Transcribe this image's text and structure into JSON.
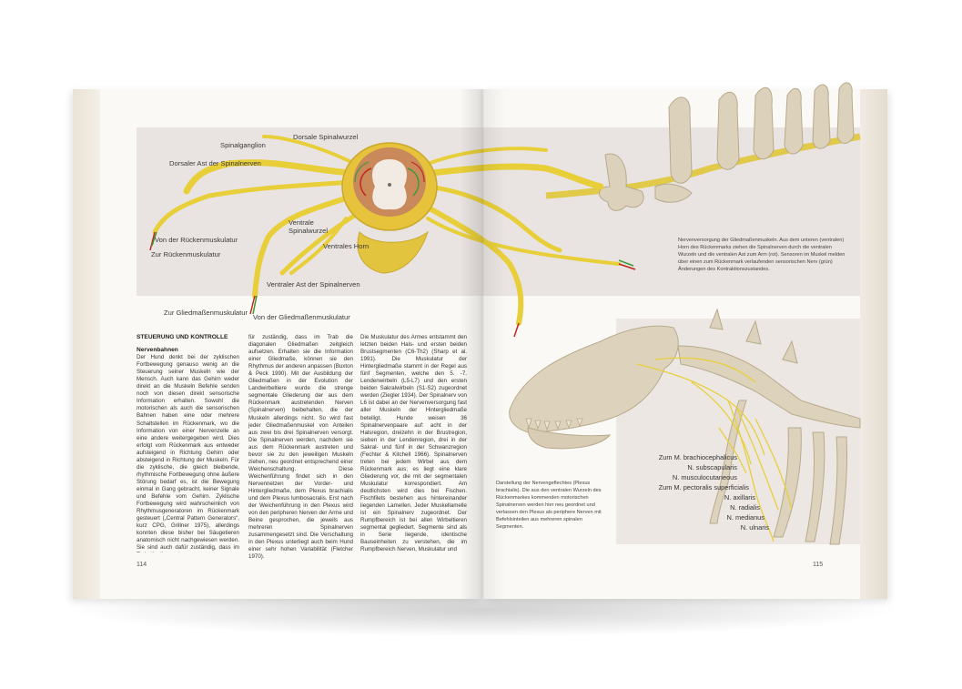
{
  "pages": {
    "left_number": "114",
    "right_number": "115"
  },
  "diagram_labels": {
    "spinalganglion": "Spinalganglion",
    "dorsale_spinalwurzel": "Dorsale Spinalwurzel",
    "dorsaler_ast": "Dorsaler Ast der Spinalnerven",
    "ventrale_spinalwurzel": "Ventrale Spinalwurzel",
    "ventrales_horn": "Ventrales Horn",
    "von_rueckenmuskulatur": "Von der Rückenmuskulatur",
    "zur_rueckenmuskulatur": "Zur Rückenmuskulatur",
    "ventraler_ast": "Ventraler Ast der Spinalnerven",
    "zur_gliedmassenmuskulatur": "Zur Gliedmaßenmuskulatur",
    "von_gliedmassenmuskulatur": "Von der Gliedmaßenmuskulatur"
  },
  "top_caption": "Nervenversorgung der Gliedmaßenmuskeln. Aus dem unteren (ventralen) Horn des Rückenmarks ziehen die Spinalnerven durch die ventralen Wurzeln und die ventralen Ast zum Arm (rot). Sensoren im Muskel melden über einen zum Rückenmark verlaufenden sensorischen Nerv (grün) Änderungen des Kontraktionszustandes.",
  "dog_caption": "Darstellung der Nervengeflechtes (Plexus brachialis). Die aus den ventralen Wurzeln des Rückenmarkes kommenden motorischen Spinalnerven werden hier neu geordnet und verlassen den Plexus als periphere Nerven mit Befehlsinteilen aus mehreren spinalen Segmenten.",
  "dog_labels": [
    "Zum M. brachiocephalicus",
    "N. subscapularis",
    "N. musculocutaneous",
    "Zum M. pectoralis superficialis",
    "N. axillaris",
    "N. radialis",
    "N. medianus",
    "N. ulnaris"
  ],
  "text": {
    "section_heading": "STEUERUNG UND KONTROLLE",
    "sub_heading": "Nervenbahnen",
    "col1": "Der Hund denkt bei der zyklischen Fortbewegung genauso wenig an die Steuerung seiner Muskeln wie der Mensch. Auch kann das Gehirn weder direkt an die Muskeln Befehle senden noch von diesen direkt sensorische Information erhalten. Sowohl die motorischen als auch die sensorischen Bahnen haben eine oder mehrere Schaltstellen im Rückenmark, wo die Information von einer Nervenzelle an eine andere weitergegeben wird. Dies erfolgt vom Rückenmark aus entweder aufsteigend in Richtung Gehirn oder absteigend in Richtung der Muskeln. Für die zyklische, die gleich bleibende, rhythmische Fortbewegung ohne äußere Störung bedarf es, ist die Bewegung einmal in Gang gebracht, keiner Signale und Befehle vom Gehirn. Zyklische Fortbewegung wird wahrscheinlich von Rhythmusgeneratoren im Rückenmark gesteuert („Central Pattern Generators“, kurz CPG, Grillner 1975), allerdings konnten diese bisher bei Säugetieren anatomisch nicht nachgewiesen werden. Sie sind auch dafür zuständig, dass im Trab die diagonalen",
    "col2": "für zuständig, dass im Trab die diagonalen Gliedmaßen zeitgleich aufsetzen. Erhalten sie die Information einer Gliedmaße, können sie den Rhythmus der anderen anpassen (Buxton & Peck 1990). Mit der Ausbildung der Gliedmaßen in der Evolution der Landwirbeltiere wurde die strenge segmentale Gliederung der aus dem Rückenmark austretenden Nerven (Spinalnerven) beibehalten, die der Muskeln allerdings nicht. So wird fast jeder Gliedmaßenmuskel von Anteilen aus zwei bis drei Spinalnerven versorgt. Die Spinalnerven werden, nachdem sie aus dem Rückenmark austreten und bevor sie zu den jeweiligen Muskeln ziehen, neu geordnet entsprechend einer Weichenschaltung. Diese Weichenführung findet sich in den Nervennetzen der Vorder- und Hintergliedmaße, dem Plexus brachialis und dem Plexus lumbosacralis. Erst nach der Weichenführung in den Plexus wird von den peripheren Nerven der Arme und Beine gesprochen, die jeweils aus mehreren Spinalnerven zusammengesetzt sind. Die Verschaltung in den Plexus unterliegt auch beim Hund einer sehr hohen Variabilität (Fletcher 1970).",
    "col3": "Die Muskulatur des Armes entstammt den letzten beiden Hals- und ersten beiden Brustsegmenten (C6-Th2) (Sharp et al. 1991). Die Muskulatur der Hintergliedmaße stammt in der Regel aus fünf Segmenten, welche den 5. -7. Lendenwirbeln (L5-L7) und den ersten beiden Sakralwirbeln (S1-S2) zugeordnet werden (Ziegler 1934). Der Spinalnerv von L6 ist dabei an der Nervenversorgung fast aller Muskeln der Hintergliedmaße beteiligt. Hunde weisen 36 Spinalnervenpaare auf: acht in der Halsregion, dreizehn in der Brustregion, sieben in der Lendenregion, drei in der Sakral- und fünf in der Schwanzregion (Fechter & Kitchell 1966). Spinalnerven treten bei jedem Wirbel aus dem Rückenmark aus; es liegt eine klare Gliederung vor, die mit der segmentalen Muskulatur korrespondiert. Am deutlichsten wird dies bei Fischen. Fischfilets bestehen aus hintereinander liegenden Lamellen. Jeder Muskellamelle ist ein Spinalnerv zugeordnet. Der Rumpfbereich ist bei allen Wirbeltieren segmental gegliedert. Segmente sind als in Serie liegende, identische Bauseinheiten zu verstehen, die im Rumpfbereich Nerven, Muskulatur und"
  },
  "colors": {
    "nerve": "#e8cf3a",
    "bone": "#ddd3bd",
    "motor": "#c0261c",
    "sensory": "#3f9a3a",
    "panel": "#e9e4e2"
  }
}
